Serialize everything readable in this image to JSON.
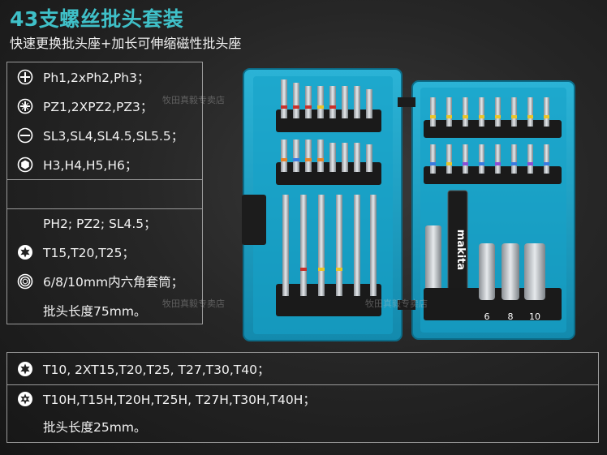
{
  "title": "43支螺丝批头套装",
  "subtitle": "快速更换批头座+加长可伸缩磁性批头座",
  "specs_top": [
    {
      "icon": "phillips-icon",
      "text": "Ph1,2xPh2,Ph3；"
    },
    {
      "icon": "pozidriv-icon",
      "text": "PZ1,2XPZ2,PZ3；"
    },
    {
      "icon": "slotted-icon",
      "text": "SL3,SL4,SL4.5,SL5.5；"
    },
    {
      "icon": "hex-icon",
      "text": "H3,H4,H5,H6；"
    },
    {
      "icon": "",
      "text": ""
    },
    {
      "icon": "",
      "text": "PH2;  PZ2;  SL4.5；"
    },
    {
      "icon": "torx-icon",
      "text": "T15,T20,T25；"
    },
    {
      "icon": "socket-icon",
      "text": "6/8/10mm内六角套筒；"
    },
    {
      "icon": "",
      "text": "批头长度75mm。"
    }
  ],
  "specs_bottom": [
    {
      "icon": "torx-icon",
      "text": "T10, 2XT15,T20,T25, T27,T30,T40；"
    },
    {
      "icon": "torx-security-icon",
      "text": "T10H,T15H,T20H,T25H, T27H,T30H,T40H；"
    },
    {
      "icon": "",
      "text": "批头长度25mm。"
    }
  ],
  "case": {
    "brand": "makita",
    "socket_sizes": [
      "6",
      "8",
      "10"
    ]
  },
  "watermark": "牧田真毅专卖店",
  "colors": {
    "accent": "#3fc0c8",
    "case": "#1e9fc0"
  }
}
